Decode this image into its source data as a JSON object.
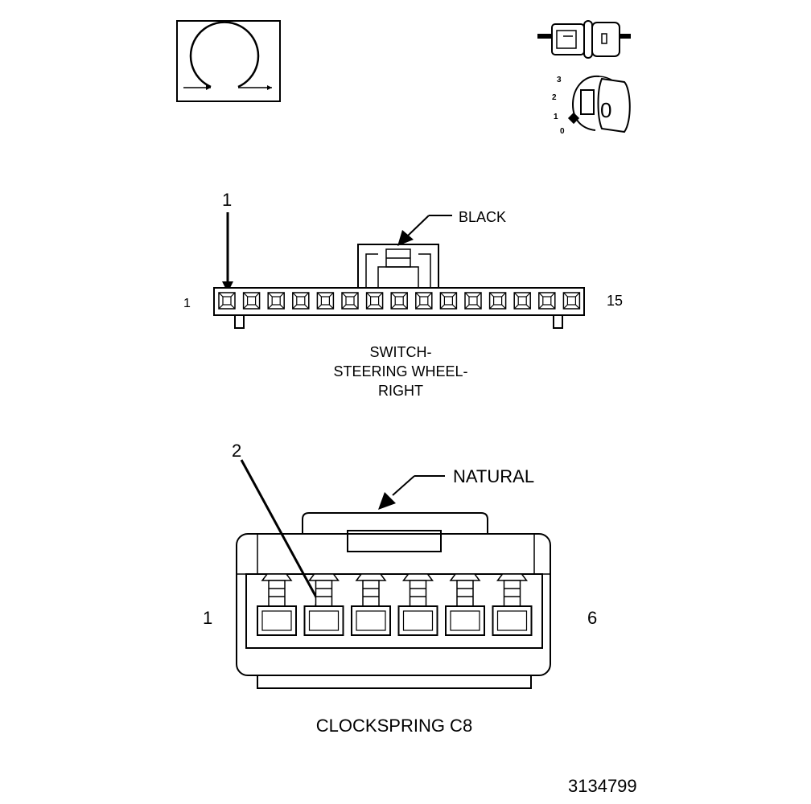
{
  "connector1": {
    "callout": "1",
    "color_label": "BLACK",
    "pin_first": "1",
    "pin_last": "15",
    "pin_count": 15,
    "name_line1": "SWITCH-",
    "name_line2": "STEERING WHEEL-",
    "name_line3": "RIGHT"
  },
  "connector2": {
    "callout": "2",
    "color_label": "NATURAL",
    "pin_first": "1",
    "pin_last": "6",
    "pin_count": 6,
    "name": "CLOCKSPRING C8"
  },
  "icons": {
    "ignition_positions": [
      "3",
      "2",
      "1",
      "0"
    ],
    "key_label": "0"
  },
  "figure_number": "3134799"
}
